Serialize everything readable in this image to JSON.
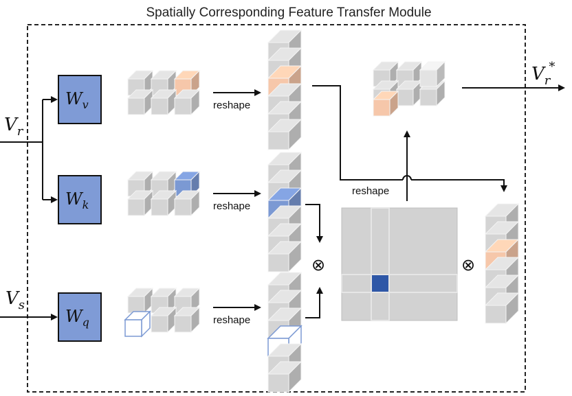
{
  "title": "Spatially Corresponding Feature Transfer Module",
  "inputs": {
    "vr": {
      "base": "V",
      "sub": "r"
    },
    "vs": {
      "base": "V",
      "sub": "s"
    }
  },
  "output": {
    "base": "V",
    "sub": "r",
    "sup": "*"
  },
  "weights": {
    "wv": {
      "base": "W",
      "sub": "v"
    },
    "wk": {
      "base": "W",
      "sub": "k"
    },
    "wq": {
      "base": "W",
      "sub": "q"
    }
  },
  "reshape_label": "reshape",
  "operator_symbol": "⊗",
  "colors": {
    "weight_box": "#7f9bd6",
    "cube_grey": "#d4d4d4",
    "orange": "#f6c7aa",
    "blue": "#7b99d3",
    "dark_blue": "#2e57a7",
    "outline_blue": "#7b99d3"
  }
}
